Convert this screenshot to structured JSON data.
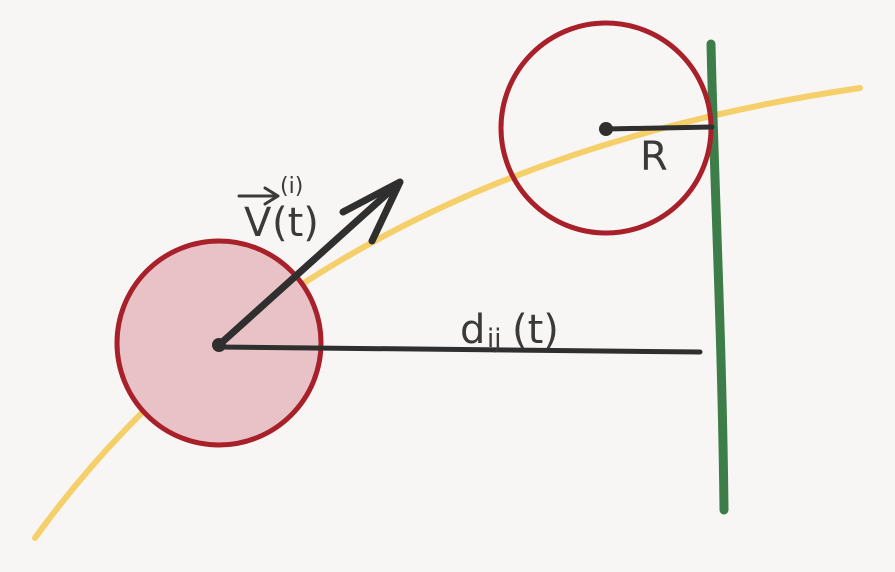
{
  "labels": {
    "velocity_symbol": "V",
    "velocity_arg": "(t)",
    "velocity_superscript": "(i)",
    "distance_symbol": "d",
    "distance_subscript": "ij",
    "distance_arg": "(t)",
    "radius": "R"
  },
  "colors": {
    "background": "#f8f6f4",
    "trajectory": "#f5cf6a",
    "circle_stroke": "#a8202a",
    "circle_fill": "#e8c2c6",
    "wall": "#3d7d4a",
    "ink": "#2f2f2f"
  },
  "icons": {
    "arrow": "vector-arrow-icon"
  }
}
